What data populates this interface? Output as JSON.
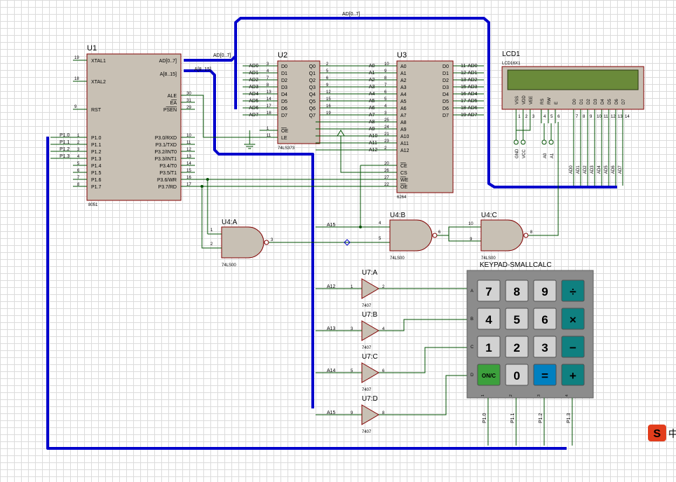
{
  "colors": {
    "bus": "#0000cc",
    "wire": "#005000",
    "chip": "#c8c0b4",
    "chip_border": "#800000",
    "lcd_glass": "#6a8a3a",
    "keypad_bg": "#8c8c8c",
    "key_grey": "#d2d2d2",
    "key_teal": "#0f8080",
    "key_blue": "#0080c0",
    "key_green": "#3ca03c",
    "logo": "#e23d1c"
  },
  "bus_labels": {
    "top": "AD[0..7]",
    "u1_ad": "AD[0..7]",
    "u1_a": "A[8..15]"
  },
  "u1": {
    "ref": "U1",
    "part": "8051",
    "left_pins": [
      {
        "n": "19",
        "name": "XTAL1"
      },
      {
        "n": "18",
        "name": "XTAL2"
      },
      {
        "n": "9",
        "name": "RST"
      }
    ],
    "port1": [
      {
        "n": "1",
        "name": "P1.0",
        "net": "P1.0"
      },
      {
        "n": "2",
        "name": "P1.1",
        "net": "P1.1"
      },
      {
        "n": "3",
        "name": "P1.2",
        "net": "P1.2"
      },
      {
        "n": "4",
        "name": "P1.3",
        "net": "P1.3"
      },
      {
        "n": "5",
        "name": "P1.4",
        "net": ""
      },
      {
        "n": "6",
        "name": "P1.5",
        "net": ""
      },
      {
        "n": "7",
        "name": "P1.6",
        "net": ""
      },
      {
        "n": "8",
        "name": "P1.7",
        "net": ""
      }
    ],
    "right_top": [
      {
        "name": "AD[0..7]"
      },
      {
        "name": "A[8..15]"
      }
    ],
    "ctrl": [
      {
        "n": "30",
        "name": "ALE"
      },
      {
        "n": "31",
        "name": "EA"
      },
      {
        "n": "29",
        "name": "PSEN"
      }
    ],
    "port3": [
      {
        "n": "10",
        "name": "P3.0/RXD"
      },
      {
        "n": "11",
        "name": "P3.1/TXD"
      },
      {
        "n": "12",
        "name": "P3.2/INT0"
      },
      {
        "n": "13",
        "name": "P3.3/INT1"
      },
      {
        "n": "14",
        "name": "P3.4/T0"
      },
      {
        "n": "15",
        "name": "P3.5/T1"
      },
      {
        "n": "16",
        "name": "P3.6/WR"
      },
      {
        "n": "17",
        "name": "P3.7/RD"
      }
    ]
  },
  "u2": {
    "ref": "U2",
    "part": "74LS373",
    "inputs": [
      {
        "net": "AD0",
        "n": "3",
        "pin": "D0"
      },
      {
        "net": "AD1",
        "n": "4",
        "pin": "D1"
      },
      {
        "net": "AD2",
        "n": "7",
        "pin": "D2"
      },
      {
        "net": "AD3",
        "n": "8",
        "pin": "D3"
      },
      {
        "net": "AD4",
        "n": "13",
        "pin": "D4"
      },
      {
        "net": "AD5",
        "n": "14",
        "pin": "D5"
      },
      {
        "net": "AD6",
        "n": "17",
        "pin": "D6"
      },
      {
        "net": "AD7",
        "n": "18",
        "pin": "D7"
      }
    ],
    "outputs": [
      {
        "pin": "Q0",
        "n": "2"
      },
      {
        "pin": "Q1",
        "n": "5"
      },
      {
        "pin": "Q2",
        "n": "6"
      },
      {
        "pin": "Q3",
        "n": "9"
      },
      {
        "pin": "Q4",
        "n": "12"
      },
      {
        "pin": "Q5",
        "n": "15"
      },
      {
        "pin": "Q6",
        "n": "16"
      },
      {
        "pin": "Q7",
        "n": "19"
      }
    ],
    "ctrl": [
      {
        "n": "1",
        "pin": "OE"
      },
      {
        "n": "11",
        "pin": "LE"
      }
    ]
  },
  "u3": {
    "ref": "U3",
    "part": "6264",
    "addr": [
      {
        "net": "A0",
        "n": "10",
        "pin": "A0"
      },
      {
        "net": "A1",
        "n": "9",
        "pin": "A1"
      },
      {
        "net": "A2",
        "n": "8",
        "pin": "A2"
      },
      {
        "net": "A3",
        "n": "7",
        "pin": "A3"
      },
      {
        "net": "A4",
        "n": "6",
        "pin": "A4"
      },
      {
        "net": "A5",
        "n": "5",
        "pin": "A5"
      },
      {
        "net": "A6",
        "n": "4",
        "pin": "A6"
      },
      {
        "net": "A7",
        "n": "3",
        "pin": "A7"
      },
      {
        "net": "A8",
        "n": "25",
        "pin": "A8"
      },
      {
        "net": "A9",
        "n": "24",
        "pin": "A9"
      },
      {
        "net": "A10",
        "n": "21",
        "pin": "A10"
      },
      {
        "net": "A11",
        "n": "23",
        "pin": "A11"
      },
      {
        "net": "A12",
        "n": "2",
        "pin": "A12"
      }
    ],
    "ctrl": [
      {
        "n": "20",
        "pin": "CE"
      },
      {
        "n": "26",
        "pin": "CS"
      },
      {
        "n": "27",
        "pin": "WE"
      },
      {
        "n": "22",
        "pin": "OE"
      }
    ],
    "data": [
      {
        "pin": "D0",
        "n": "11",
        "net": "AD0"
      },
      {
        "pin": "D1",
        "n": "12",
        "net": "AD1"
      },
      {
        "pin": "D2",
        "n": "13",
        "net": "AD2"
      },
      {
        "pin": "D3",
        "n": "15",
        "net": "AD3"
      },
      {
        "pin": "D4",
        "n": "16",
        "net": "AD4"
      },
      {
        "pin": "D5",
        "n": "17",
        "net": "AD5"
      },
      {
        "pin": "D6",
        "n": "18",
        "net": "AD6"
      },
      {
        "pin": "D7",
        "n": "19",
        "net": "AD7"
      }
    ]
  },
  "lcd": {
    "ref": "LCD1",
    "part": "LCD16X1",
    "pins": [
      {
        "name": "VSS",
        "n": "1"
      },
      {
        "name": "VDD",
        "n": "2"
      },
      {
        "name": "VEE",
        "n": "3"
      },
      {
        "name": "RS",
        "n": "4"
      },
      {
        "name": "RW",
        "n": "5"
      },
      {
        "name": "E",
        "n": "6"
      },
      {
        "name": "D0",
        "n": "7"
      },
      {
        "name": "D1",
        "n": "8"
      },
      {
        "name": "D2",
        "n": "9"
      },
      {
        "name": "D3",
        "n": "10"
      },
      {
        "name": "D4",
        "n": "11"
      },
      {
        "name": "D5",
        "n": "12"
      },
      {
        "name": "D6",
        "n": "13"
      },
      {
        "name": "D7",
        "n": "14"
      }
    ],
    "low_nets": [
      "GND",
      "VCC",
      "A0",
      "A1"
    ],
    "data_nets": [
      "AD0",
      "AD1",
      "AD2",
      "AD3",
      "AD4",
      "AD5",
      "AD6",
      "AD7"
    ]
  },
  "gates": [
    {
      "ref": "U4:A",
      "part": "74LS00",
      "in1": "1",
      "in2": "2",
      "out": "3"
    },
    {
      "ref": "U4:B",
      "part": "74LS00",
      "in1": "4",
      "in2": "5",
      "out": "6",
      "net": "A15"
    },
    {
      "ref": "U4:C",
      "part": "74LS00",
      "in1": "10",
      "in2": "9",
      "out": "8"
    }
  ],
  "buffers": [
    {
      "ref": "U7:A",
      "part": "7407",
      "net": "A12",
      "in": "1",
      "out": "2"
    },
    {
      "ref": "U7:B",
      "part": "7407",
      "net": "A13",
      "in": "3",
      "out": "4"
    },
    {
      "ref": "U7:C",
      "part": "7407",
      "net": "A14",
      "in": "5",
      "out": "6"
    },
    {
      "ref": "U7:D",
      "part": "7407",
      "net": "A15",
      "in": "9",
      "out": "8"
    }
  ],
  "keypad": {
    "title": "KEYPAD-SMALLCALC",
    "rows": [
      "A",
      "B",
      "C",
      "D"
    ],
    "keys": [
      [
        {
          "label": "7",
          "style": "grey"
        },
        {
          "label": "8",
          "style": "grey"
        },
        {
          "label": "9",
          "style": "grey"
        },
        {
          "label": "÷",
          "style": "teal"
        }
      ],
      [
        {
          "label": "4",
          "style": "grey"
        },
        {
          "label": "5",
          "style": "grey"
        },
        {
          "label": "6",
          "style": "grey"
        },
        {
          "label": "×",
          "style": "teal"
        }
      ],
      [
        {
          "label": "1",
          "style": "grey"
        },
        {
          "label": "2",
          "style": "grey"
        },
        {
          "label": "3",
          "style": "grey"
        },
        {
          "label": "−",
          "style": "teal"
        }
      ],
      [
        {
          "label": "ON/C",
          "style": "green"
        },
        {
          "label": "0",
          "style": "grey"
        },
        {
          "label": "=",
          "style": "blue"
        },
        {
          "label": "+",
          "style": "teal"
        }
      ]
    ],
    "cols": [
      {
        "n": "1",
        "net": "P1.0"
      },
      {
        "n": "2",
        "net": "P1.1"
      },
      {
        "n": "3",
        "net": "P1.2"
      },
      {
        "n": "4",
        "net": "P1.3"
      }
    ]
  },
  "logo": {
    "glyph": "S",
    "side_text": "中"
  }
}
